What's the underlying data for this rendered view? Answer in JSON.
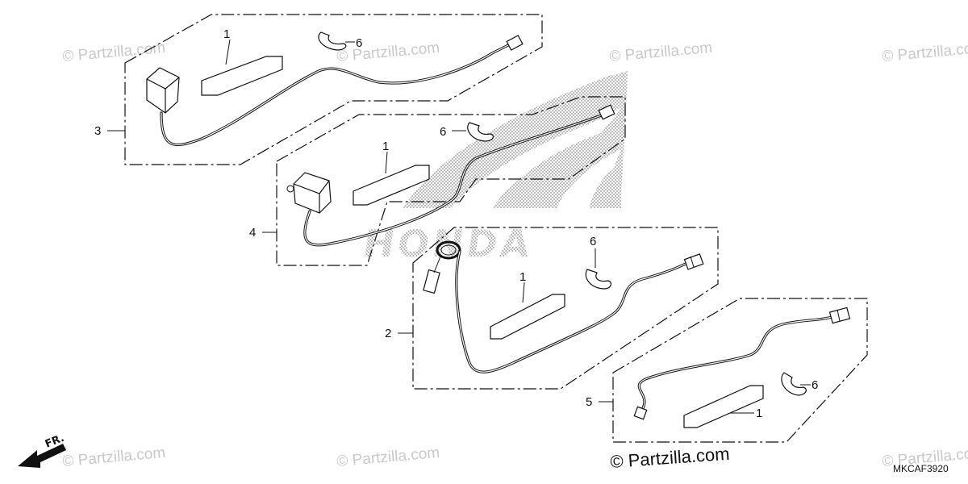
{
  "watermark": "© Partzilla.com",
  "brand_mark": "HONDA",
  "copyright": "© Partzilla.com",
  "diagram_code": "MKCAF3920",
  "direction_label": "FR.",
  "groups": [
    {
      "number": "3",
      "pad_label": "1",
      "clip_label": "6"
    },
    {
      "number": "4",
      "pad_label": "1",
      "clip_label": "6"
    },
    {
      "number": "2",
      "pad_label": "1",
      "clip_label": "6"
    },
    {
      "number": "5",
      "pad_label": "1",
      "clip_label": "6"
    }
  ]
}
